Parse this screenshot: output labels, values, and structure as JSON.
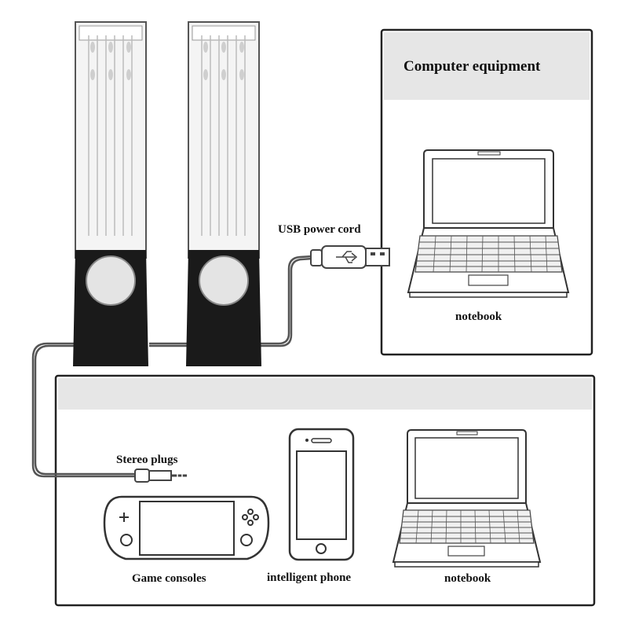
{
  "labels": {
    "computer_equipment": "Computer equipment",
    "usb_power_cord": "USB power cord",
    "notebook_top": "notebook",
    "stereo_plugs": "Stereo plugs",
    "game_consoles": "Game consoles",
    "intelligent_phone": "intelligent phone",
    "notebook_bottom": "notebook"
  },
  "colors": {
    "speaker_base": "#1a1a1a",
    "speaker_tube": "#f4f4f4",
    "box_border": "#222222",
    "header_band": "#e6e6e6",
    "cable": "#555555"
  },
  "icons": [
    "water-speaker-icon",
    "usb-plug-icon",
    "laptop-icon",
    "audio-jack-icon",
    "game-console-icon",
    "smartphone-icon"
  ]
}
